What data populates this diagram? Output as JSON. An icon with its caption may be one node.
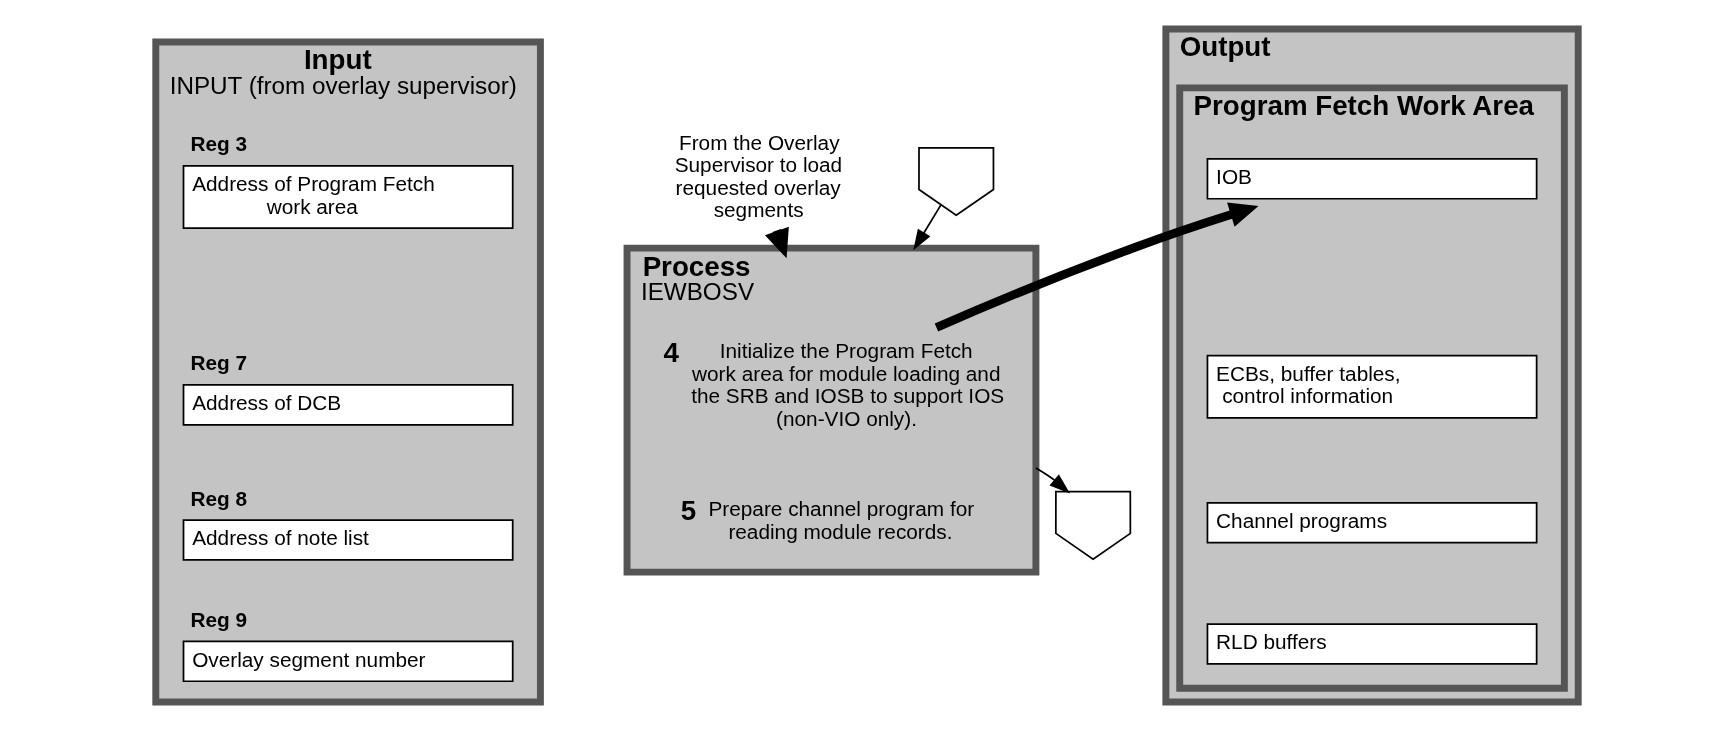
{
  "diagram": {
    "nodes": [
      {
        "text": [
          "Input",
          "INPUT (from overlay supervisor)"
        ]
      },
      {
        "text": [
          "Address of Program Fetch work area"
        ],
        "in": 0,
        "beside": [
          "Reg 3"
        ]
      },
      {
        "text": [
          "Address of DCB"
        ],
        "in": 0,
        "beside": [
          "Reg 7"
        ]
      },
      {
        "text": [
          "Address of note list"
        ],
        "in": 0,
        "beside": [
          "Reg 8"
        ]
      },
      {
        "text": [
          "Overlay segment number"
        ],
        "in": 0,
        "beside": [
          "Reg 9"
        ]
      },
      {
        "text": [
          "Process",
          "IEWBOSV"
        ]
      },
      {
        "text": [
          "4",
          "Initialize the Program Fetch work area for module loading and the SRB and IOSB to support IOS (non-VIO only)."
        ],
        "in": 5
      },
      {
        "text": [
          "5",
          "Prepare channel program for reading module records."
        ],
        "in": 5
      },
      {
        "text": [
          "Output"
        ]
      },
      {
        "text": [
          "Program Fetch Work Area"
        ],
        "in": 8
      },
      {
        "text": [
          "IOB"
        ],
        "in": 9
      },
      {
        "text": [
          "ECBs, buffer tables, control information"
        ],
        "in": 9
      },
      {
        "text": [
          "Channel programs"
        ],
        "in": 9
      },
      {
        "text": [
          "RLD buffers"
        ],
        "in": 9
      },
      {
        "text": [
          "From the Overlay Supervisor to load requested overlay segments"
        ]
      },
      {
        "text": [],
        "shape": "pentagon"
      },
      {
        "text": [],
        "shape": "pentagon"
      }
    ],
    "edges": [
      {
        "from": 14,
        "to": 5,
        "arrow": "to",
        "style": "thick"
      },
      {
        "from": 15,
        "to": 5,
        "arrow": "to"
      },
      {
        "from": 6,
        "to": 10,
        "arrow": "to",
        "style": "thick"
      },
      {
        "from": 5,
        "to": 16,
        "arrow": "to"
      }
    ]
  }
}
